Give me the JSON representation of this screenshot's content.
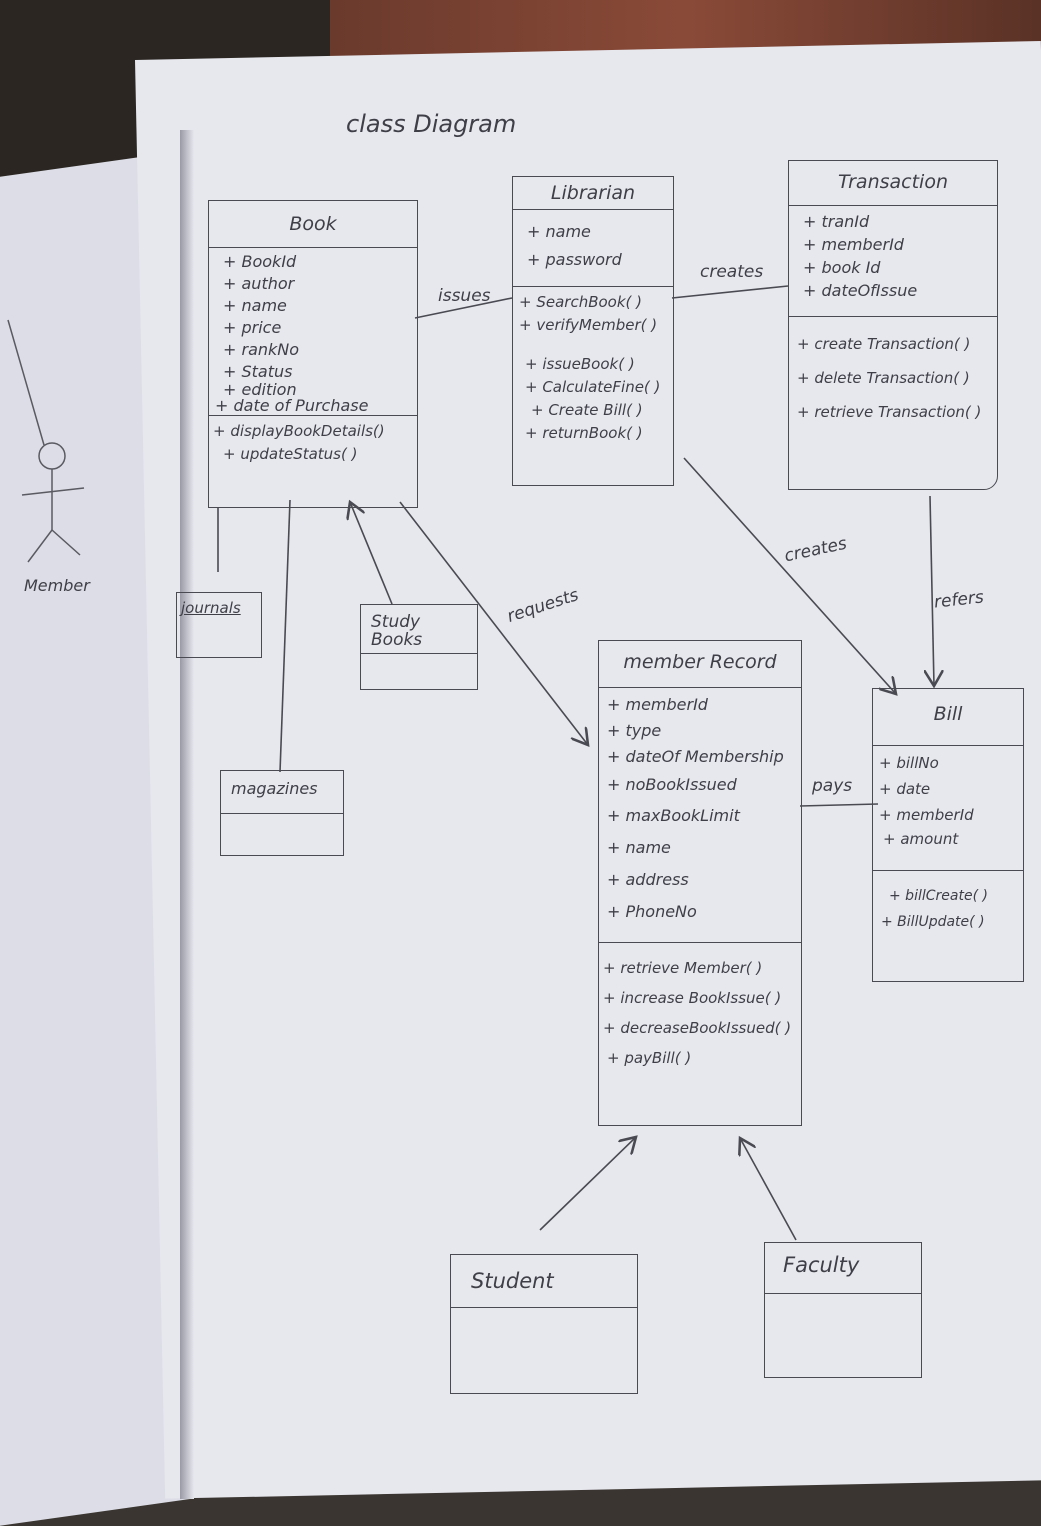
{
  "diagram": {
    "title": "class Diagram",
    "actor": "Member",
    "classes": {
      "book": {
        "name": "Book",
        "attributes": [
          "+ BookId",
          "+ author",
          "+ name",
          "+ price",
          "+ rankNo",
          "+ Status",
          "+ edition",
          "+ date of Purchase"
        ],
        "methods": [
          "+ displayBookDetails()",
          "+ updateStatus( )"
        ]
      },
      "librarian": {
        "name": "Librarian",
        "attributes": [
          "+ name",
          "+ password"
        ],
        "methods": [
          "+ SearchBook( )",
          "+ verifyMember( )",
          "+ issueBook( )",
          "+ CalculateFine( )",
          "+ Create Bill( )",
          "+ returnBook( )"
        ]
      },
      "transaction": {
        "name": "Transaction",
        "attributes": [
          "+ tranId",
          "+ memberId",
          "+ book Id",
          "+ dateOfIssue"
        ],
        "methods": [
          "+ create Transaction( )",
          "+ delete Transaction( )",
          "+ retrieve Transaction( )"
        ]
      },
      "member_record": {
        "name": "member Record",
        "attributes": [
          "+ memberId",
          "+ type",
          "+ dateOf Membership",
          "+ noBookIssued",
          "+ maxBookLimit",
          "+ name",
          "+ address",
          "+ PhoneNo"
        ],
        "methods": [
          "+ retrieve Member( )",
          "+ increase BookIssue( )",
          "+ decreaseBookIssued( )",
          "+ payBill( )"
        ]
      },
      "bill": {
        "name": "Bill",
        "attributes": [
          "+ billNo",
          "+ date",
          "+ memberId",
          "+ amount"
        ],
        "methods": [
          "+ billCreate( )",
          "+ BillUpdate( )"
        ]
      },
      "journals": {
        "name": "journals"
      },
      "study_books": {
        "name": "Study Books"
      },
      "magazines": {
        "name": "magazines"
      },
      "student": {
        "name": "Student"
      },
      "faculty": {
        "name": "Faculty"
      }
    },
    "relations": {
      "issues": "issues",
      "creates_top": "creates",
      "creates_mid": "creates",
      "requests": "requests",
      "refers": "refers",
      "pays": "pays"
    }
  }
}
